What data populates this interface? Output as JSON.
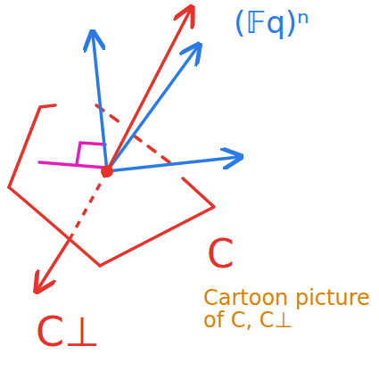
{
  "diagram": {
    "labels": [
      "(𝔽q)ⁿ",
      "C",
      "C⊥",
      "Cartoon picture of C, C⊥"
    ]
  }
}
